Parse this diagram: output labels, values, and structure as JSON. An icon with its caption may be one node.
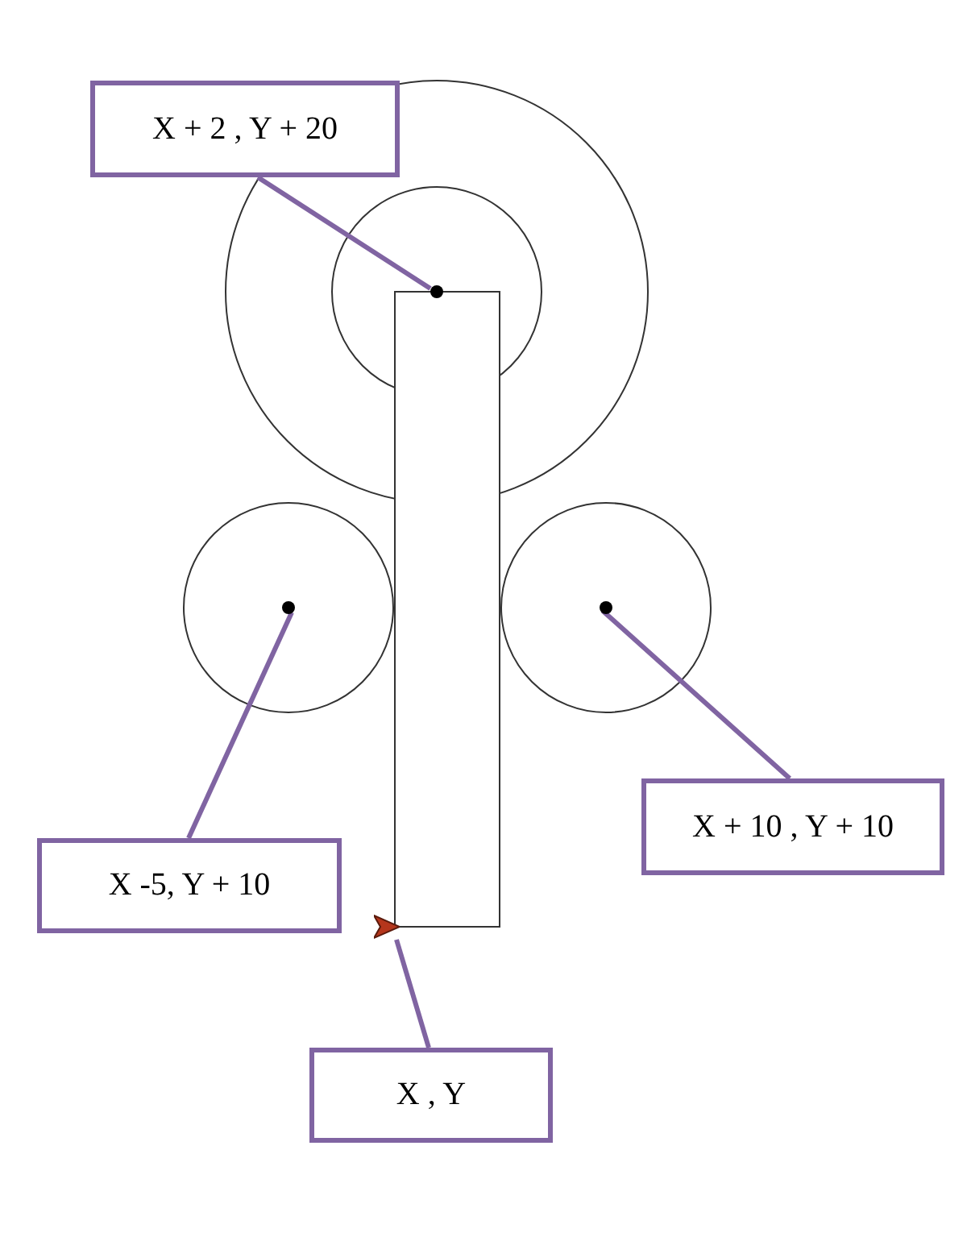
{
  "diagram": {
    "nodes": [
      {
        "text": [
          "X + 2 , Y + 20"
        ]
      },
      {
        "text": [],
        "shape": "circle"
      },
      {
        "text": [],
        "shape": "circle"
      },
      {
        "text": [],
        "shape": "circle"
      },
      {
        "text": [
          "X + 10 , Y + 10"
        ]
      },
      {
        "text": [
          "X -5, Y + 10"
        ]
      },
      {
        "text": [],
        "shape": "triangle"
      },
      {
        "text": [
          "X , Y"
        ]
      }
    ],
    "edges": [
      {
        "from": 0,
        "to": 1,
        "arrow": "none"
      },
      {
        "from": 5,
        "to": 2,
        "arrow": "none"
      },
      {
        "from": 4,
        "to": 3,
        "arrow": "none"
      },
      {
        "from": 7,
        "to": 6,
        "arrow": "none"
      }
    ]
  }
}
